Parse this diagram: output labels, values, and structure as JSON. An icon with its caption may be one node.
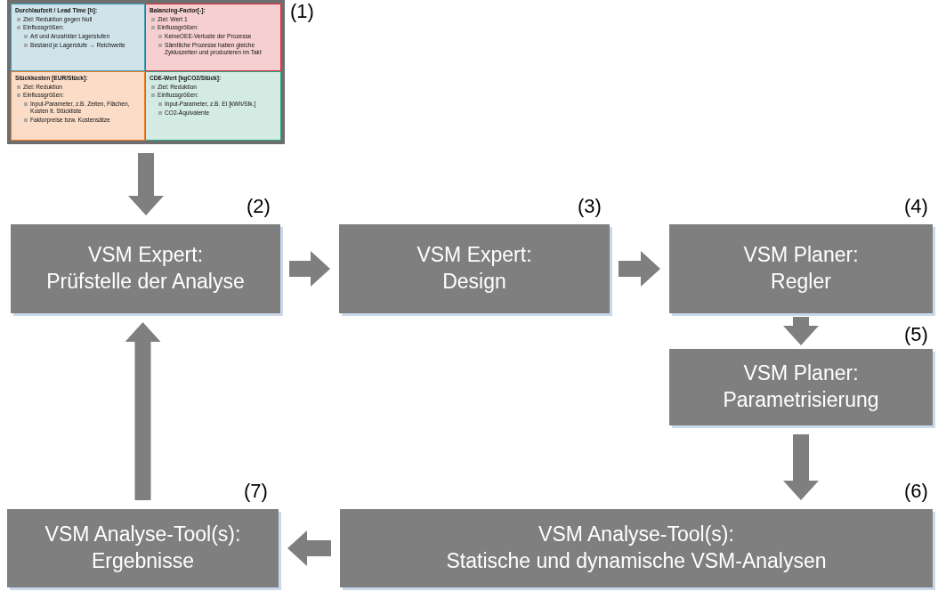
{
  "diagram": {
    "nodes": [
      {
        "text": [],
        "shape": "box",
        "beside": [
          "(1)"
        ]
      },
      {
        "text": [
          "Durchlaufzeit / Lead Time [h]:",
          "Ziel: Reduktion gegen Null",
          "Einflussgrößen:",
          "Art und Anzahlder Lagerstufen",
          "Bestand je Lagerstufe → Reichweite"
        ],
        "in": 0
      },
      {
        "text": [
          "Balancing-Factor[-]:",
          "Ziel: Wert 1",
          "Einflussgrößen:",
          "KeineOEE-Verluste der Prozesse",
          "Sämtliche Prozesse haben gleiche Zykluszeiten und produzieren im Takt"
        ],
        "in": 0
      },
      {
        "text": [
          "Stückkosten [EUR/Stück]:",
          "Ziel: Reduktion",
          "Einflussgrößen:",
          "Input-Parameter, z.B. Zeiten, Flächen, Kosten lt. Stückliste",
          "Faktorpreise bzw. Kostensätze"
        ],
        "in": 0
      },
      {
        "text": [
          "CDE-Wert [kgCO2/Stück]:",
          "Ziel: Reduktion",
          "Einflussgrößen:",
          "Input-Parameter, z.B. EI [kWh/Stk.]",
          "CO2-Äquivalente"
        ],
        "in": 0
      },
      {
        "text": [
          "VSM Expert:",
          "Prüfstelle der Analyse"
        ],
        "beside": [
          "(2)"
        ]
      },
      {
        "text": [
          "VSM Expert:",
          "Design"
        ],
        "beside": [
          "(3)"
        ]
      },
      {
        "text": [
          "VSM Planer:",
          "Regler"
        ],
        "beside": [
          "(4)"
        ]
      },
      {
        "text": [
          "VSM Planer:",
          "Parametrisierung"
        ],
        "beside": [
          "(5)"
        ]
      },
      {
        "text": [
          "VSM Analyse-Tool(s):",
          "Statische und dynamische VSM-Analysen"
        ],
        "beside": [
          "(6)"
        ]
      },
      {
        "text": [
          "VSM Analyse-Tool(s):",
          "Ergebnisse"
        ],
        "beside": [
          "(7)"
        ]
      }
    ],
    "edges": [
      {
        "from": 0,
        "to": 5,
        "arrow": "to"
      },
      {
        "from": 5,
        "to": 6,
        "arrow": "to"
      },
      {
        "from": 6,
        "to": 7,
        "arrow": "to"
      },
      {
        "from": 7,
        "to": 8,
        "arrow": "to"
      },
      {
        "from": 8,
        "to": 9,
        "arrow": "to"
      },
      {
        "from": 9,
        "to": 10,
        "arrow": "to"
      },
      {
        "from": 10,
        "to": 5,
        "arrow": "to"
      }
    ]
  }
}
